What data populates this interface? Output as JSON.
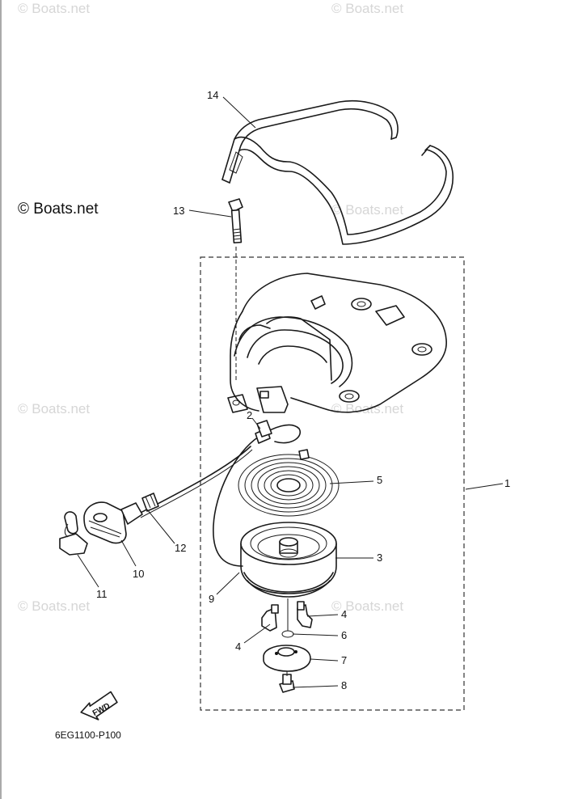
{
  "watermarks": {
    "corner": "© Boats.net",
    "main": "© Boats.net"
  },
  "part_labels": {
    "p1": "1",
    "p2": "2",
    "p3": "3",
    "p4a": "4",
    "p4b": "4",
    "p5": "5",
    "p6": "6",
    "p7": "7",
    "p8": "8",
    "p9": "9",
    "p10": "10",
    "p11": "11",
    "p12": "12",
    "p13": "13",
    "p14": "14"
  },
  "diagram_code": "6EG1100-P100",
  "fwd_label": "FWD"
}
